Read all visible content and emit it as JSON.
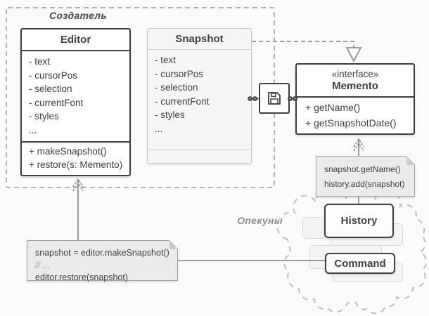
{
  "diagram": {
    "originator_region_label": "Создатель",
    "caretakers_region_label": "Опекуны",
    "editor_class": {
      "title": "Editor",
      "fields": [
        "- text",
        "- cursorPos",
        "- selection",
        "- currentFont",
        "- styles",
        "..."
      ],
      "methods": [
        "+ makeSnapshot()",
        "+ restore(s: Memento)"
      ]
    },
    "snapshot_class": {
      "title": "Snapshot",
      "fields": [
        "- text",
        "- cursorPos",
        "- selection",
        "- currentFont",
        "- styles",
        "..."
      ]
    },
    "memento_interface": {
      "stereotype": "«interface»",
      "title": "Memento",
      "methods": [
        "+ getName()",
        "+ getSnapshotDate()"
      ]
    },
    "history_box": {
      "title": "History"
    },
    "command_box": {
      "title": "Command"
    },
    "memento_note": {
      "lines": [
        "snapshot.getName()",
        "history.add(snapshot)"
      ]
    },
    "editor_note": {
      "lines": [
        "snapshot = editor.makeSnapshot()",
        "// ...",
        "editor.restore(snapshot)"
      ]
    },
    "icons": {
      "floppy": "floppy-disk-icon"
    },
    "colors": {
      "box_border": "#3f3f3f",
      "text": "#3f3f3f",
      "muted_text": "#8f8f8f",
      "note_bg": "#ebebe9",
      "snapshot_bg": "#f6f6f4",
      "region_dash": "#b3b3b3",
      "cloud_dash": "#c6c6c6",
      "connector": "#7d7d7d"
    }
  }
}
